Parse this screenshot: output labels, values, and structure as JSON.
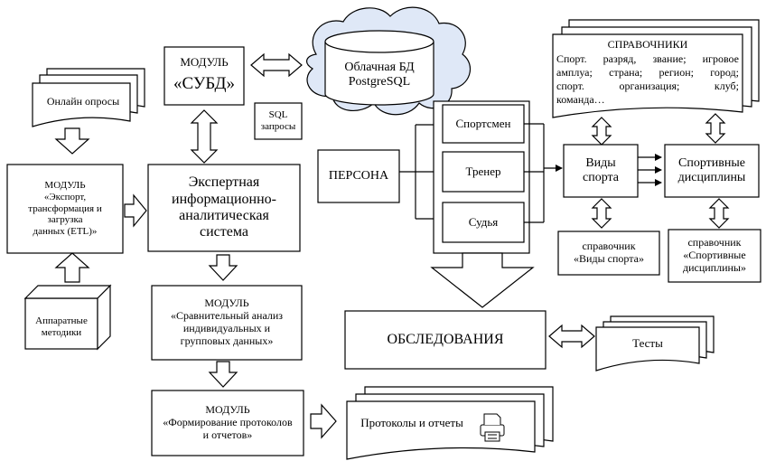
{
  "online_surveys": "Онлайн опросы",
  "etl_module": "МОДУЛЬ\n«Экспорт,\nтрансформация и\nзагрузка\nданных (ETL)»",
  "hardware": "Аппаратные\nметодики",
  "dbms_title": "МОДУЛЬ",
  "dbms_name": "«СУБД»",
  "sql_queries": "SQL\nзапросы",
  "cloud_db": "Облачная БД\nPostgreSQL",
  "eias": "Экспертная\nинформационно-\nаналитическая\nсистема",
  "comparative_module": "МОДУЛЬ\n«Сравнительный анализ\nиндивидуальных и\nгрупповых данных»",
  "reports_module": "МОДУЛЬ\n«Формирование протоколов\nи отчетов»",
  "reports_doc": "Протоколы и отчеты",
  "persona": "ПЕРСОНА",
  "athlete": "Спортсмен",
  "coach": "Тренер",
  "judge": "Судья",
  "examinations": "ОБСЛЕДОВАНИЯ",
  "tests": "Тесты",
  "reference_title": "СПРАВОЧНИКИ",
  "reference_lines": [
    "Спорт. разряд, звание; игровое",
    "амплуа; страна; регион; город;",
    "спорт. организация; клуб;",
    "команда…"
  ],
  "sports_types": "Виды\nспорта",
  "sport_disciplines": "Спортивные\nдисциплины",
  "sports_types_ref": "справочник\n«Виды спорта»",
  "disciplines_ref": "справочник\n«Спортивные\nдисциплины»",
  "colors": {
    "stroke": "#000000",
    "cloud_fill": "#dfe8f7",
    "cylinder_fill": "#ffffff",
    "background": "#ffffff"
  },
  "icons": [
    "printer-icon"
  ]
}
